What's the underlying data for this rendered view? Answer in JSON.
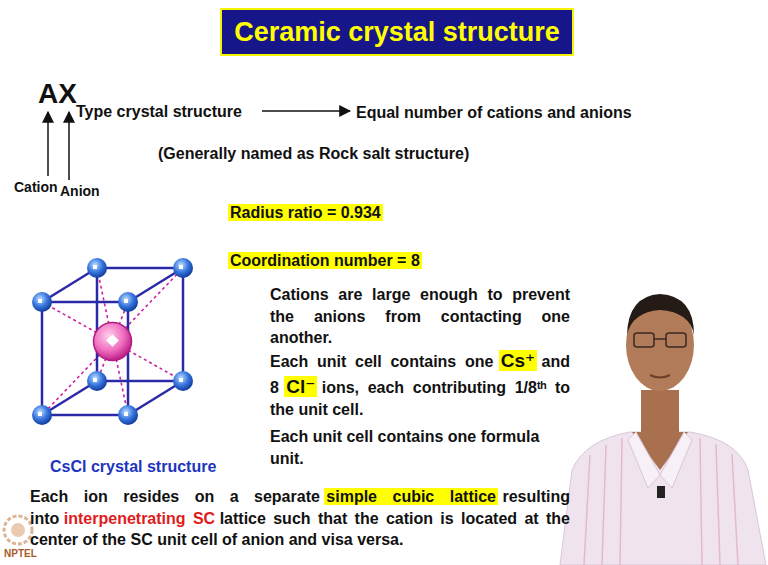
{
  "diagram": {
    "title": "Ceramic crystal structure",
    "labels": [
      "AX",
      "Type crystal structure",
      "Equal number of cations and anions",
      "(Generally named as Rock salt structure)",
      "Cation",
      "Anion",
      "Radius ratio = 0.934",
      "Coordination number = 8",
      "Cations are large enough to prevent the anions from contacting one another.",
      "Each unit cell contains one",
      "Cs⁺",
      "and 8",
      "Cl⁻",
      "ions, each contributing 1/8ᵗʰ to the unit cell.",
      "Each unit cell contains one formula unit.",
      "CsCl crystal structure",
      "Each ion resides on a separate",
      "simple cubic lattice",
      "resulting into",
      "interpenetrating SC",
      "lattice such that the cation is located at the center of the SC unit cell of anion and visa versa.",
      "NPTEL"
    ]
  }
}
